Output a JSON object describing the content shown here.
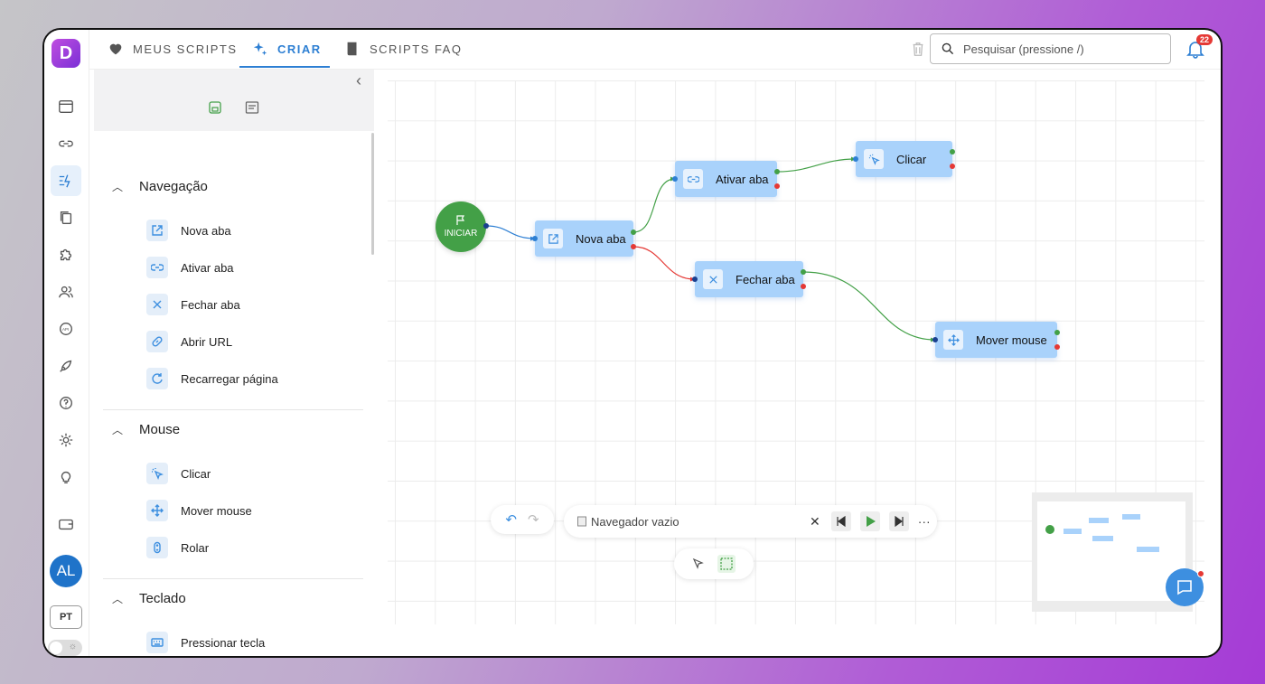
{
  "app": {
    "logo_letter": "D",
    "brand_color": "#8a35d8"
  },
  "tabs": [
    {
      "label": "MEUS SCRIPTS",
      "icon": "heart-icon"
    },
    {
      "label": "CRIAR",
      "icon": "sparkle-icon",
      "active": true
    },
    {
      "label": "SCRIPTS FAQ",
      "icon": "book-icon"
    }
  ],
  "search": {
    "placeholder": "Pesquisar (pressione /)"
  },
  "notifications": {
    "count": "22"
  },
  "user": {
    "initials": "AL",
    "language": "PT"
  },
  "sidebar": {
    "sections": [
      {
        "title": "Navegação",
        "items": [
          "Nova aba",
          "Ativar aba",
          "Fechar aba",
          "Abrir URL",
          "Recarregar página"
        ]
      },
      {
        "title": "Mouse",
        "items": [
          "Clicar",
          "Mover mouse",
          "Rolar"
        ]
      },
      {
        "title": "Teclado",
        "items": [
          "Pressionar tecla"
        ]
      }
    ]
  },
  "flow": {
    "start_label": "INICIAR",
    "nodes": {
      "nova_aba": "Nova aba",
      "ativar_aba": "Ativar aba",
      "clicar": "Clicar",
      "fechar_aba": "Fechar aba",
      "mover_mouse": "Mover mouse"
    },
    "success_color": "#43a047",
    "error_color": "#e53935"
  },
  "player": {
    "status": "Navegador vazio"
  }
}
